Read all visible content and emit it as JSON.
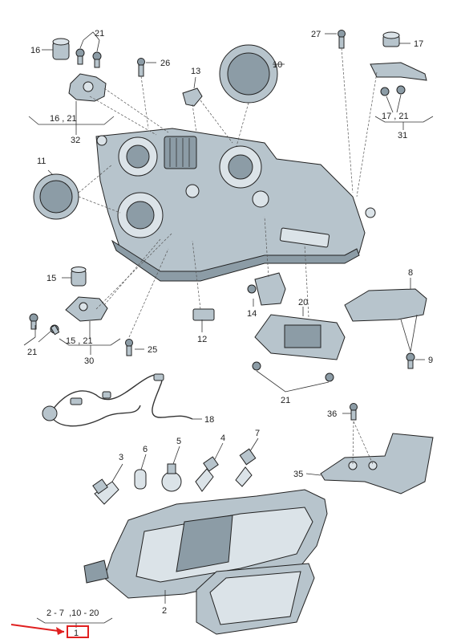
{
  "callouts": {
    "c1": "1",
    "c2": "2",
    "c3": "3",
    "c4": "4",
    "c5": "5",
    "c6": "6",
    "c7": "7",
    "c8": "8",
    "c9": "9",
    "c10": "10",
    "c11": "11",
    "c12": "12",
    "c13": "13",
    "c14": "14",
    "c15": "15",
    "c16": "16",
    "c17": "17",
    "c18": "18",
    "c20": "20",
    "c21a": "21",
    "c21b": "21",
    "c21c": "21",
    "c25": "25",
    "c26": "26",
    "c27": "27",
    "c30": "30",
    "c31": "31",
    "c32": "32",
    "c35": "35",
    "c36": "36"
  },
  "groups": {
    "g16_21": "16 , 21",
    "g15_21": "15 , 21",
    "g17_21": "17 , 21",
    "g2_7_10_20": "2 - 7  ,10 - 20"
  },
  "colors": {
    "highlight": "#e02020",
    "part_fill": "#b7c4cc",
    "line": "#222222"
  }
}
